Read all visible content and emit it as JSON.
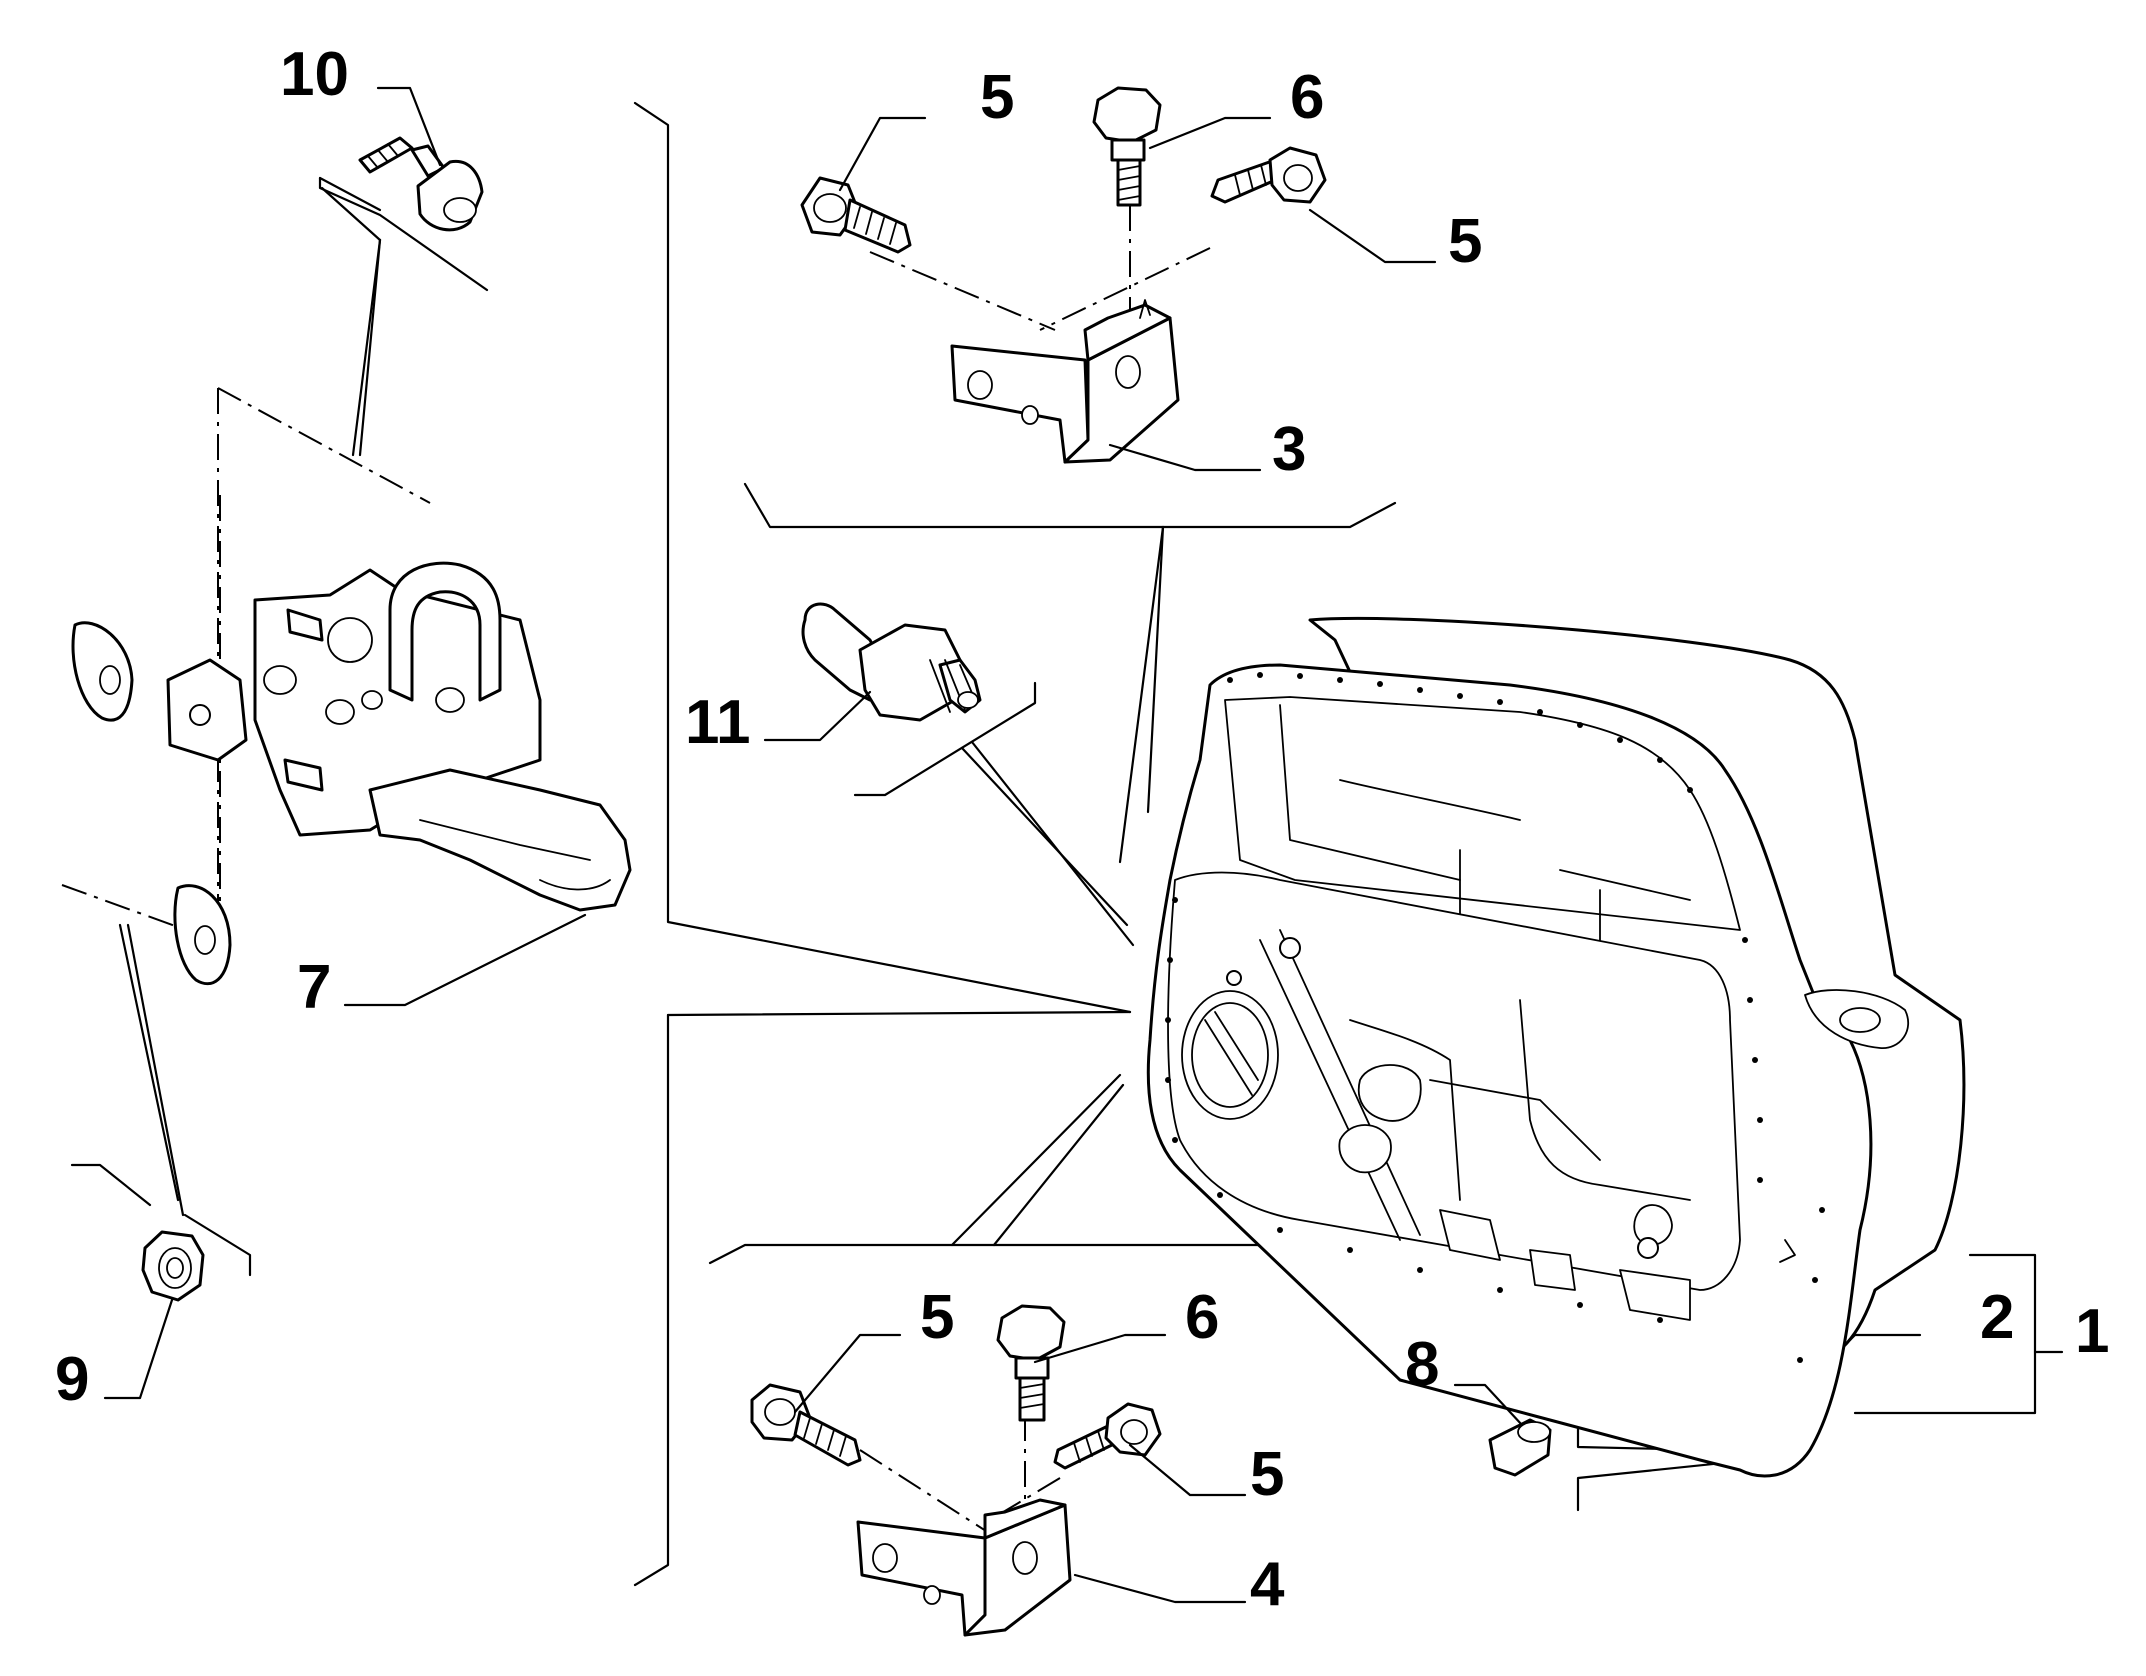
{
  "callouts": {
    "c1": "1",
    "c2": "2",
    "c3": "3",
    "c4": "4",
    "c5_top_left": "5",
    "c5_top_right": "5",
    "c5_bottom_left": "5",
    "c5_bottom_right": "5",
    "c6_top": "6",
    "c6_bottom": "6",
    "c7": "7",
    "c8": "8",
    "c9": "9",
    "c10": "10",
    "c11": "11"
  }
}
